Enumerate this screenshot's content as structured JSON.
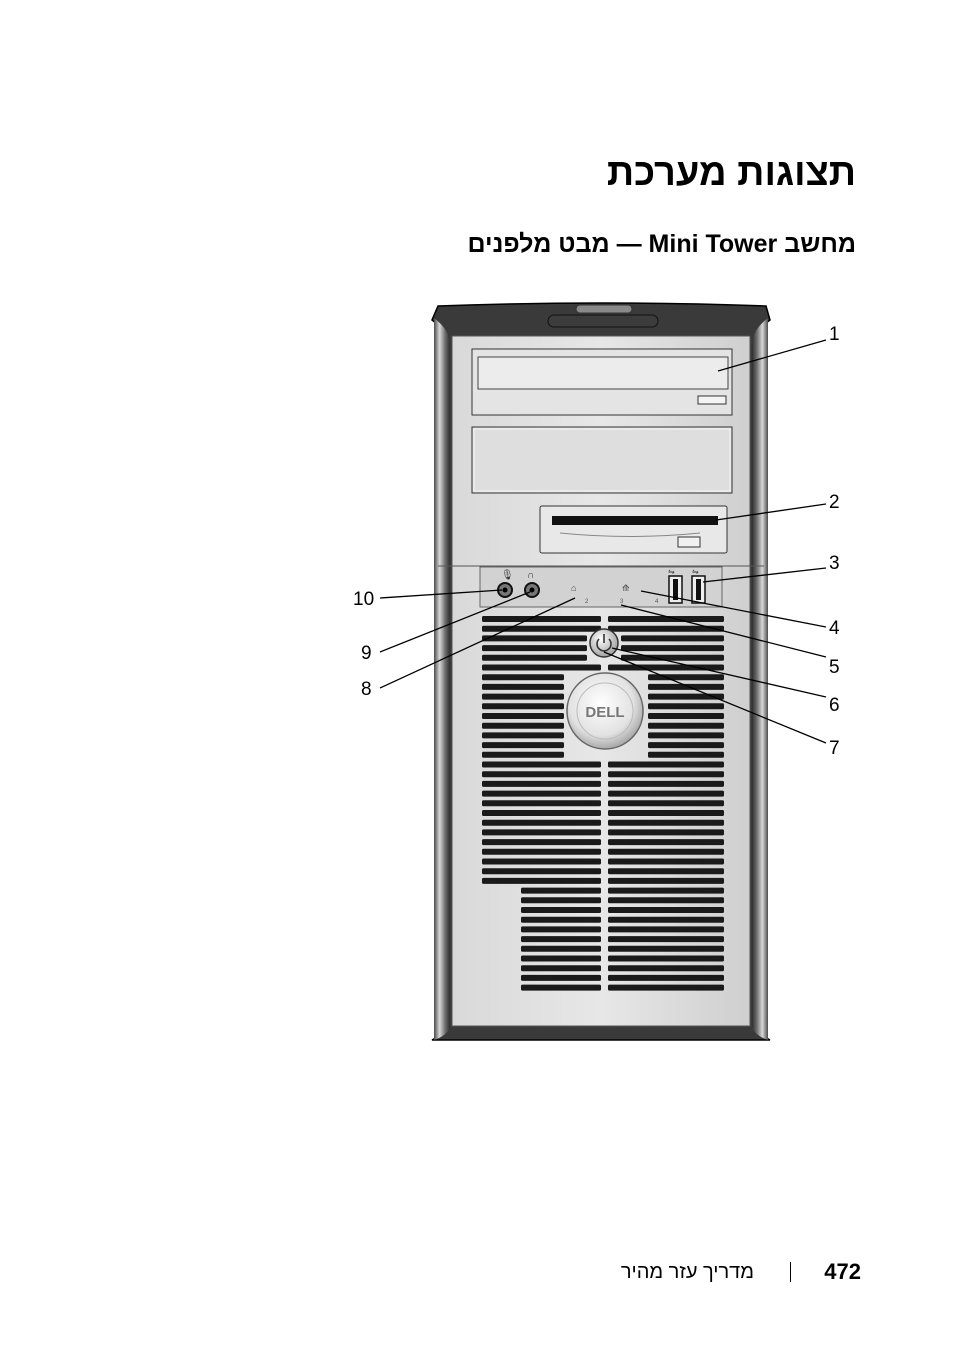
{
  "page": {
    "title": "תצוגות מערכת",
    "subtitle": "מחשב Mini Tower — מבט מלפנים",
    "footer_text": "מדריך עזר מהיר",
    "page_number": "472"
  },
  "figure": {
    "logo_text": "DELL",
    "callouts": [
      {
        "id": "1",
        "label": "1"
      },
      {
        "id": "2",
        "label": "2"
      },
      {
        "id": "3",
        "label": "3"
      },
      {
        "id": "4",
        "label": "4"
      },
      {
        "id": "5",
        "label": "5"
      },
      {
        "id": "6",
        "label": "6"
      },
      {
        "id": "7",
        "label": "7"
      },
      {
        "id": "8",
        "label": "8"
      },
      {
        "id": "9",
        "label": "9"
      },
      {
        "id": "10",
        "label": "10"
      }
    ],
    "led_numbers": [
      "1",
      "2",
      "3",
      "4"
    ],
    "icons": [
      "microphone-icon",
      "headphones-icon",
      "usb-icon",
      "power-icon",
      "network-icon",
      "hard-drive-activity-icon"
    ]
  }
}
